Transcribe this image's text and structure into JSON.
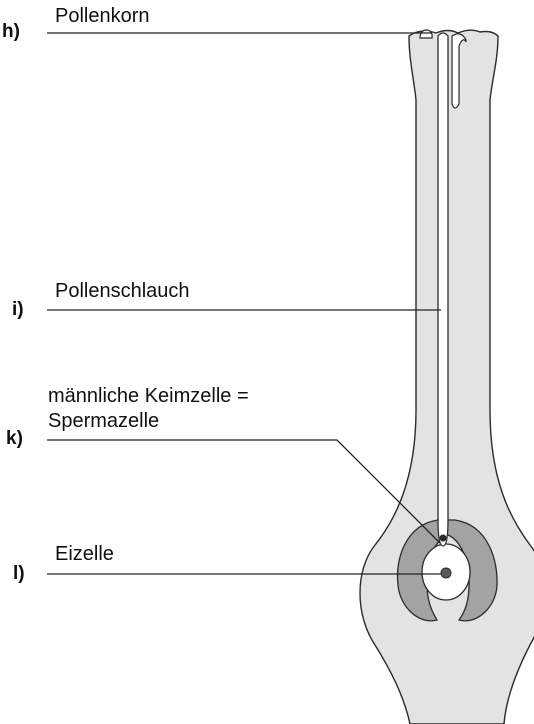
{
  "labels": {
    "h": {
      "letter": "h)",
      "text": "Pollenkorn"
    },
    "i": {
      "letter": "i)",
      "text": "Pollenschlauch"
    },
    "k": {
      "letter": "k)",
      "text_line1": "männliche Keimzelle =",
      "text_line2": "Spermazelle"
    },
    "l": {
      "letter": "l)",
      "text": "Eizelle"
    }
  },
  "colors": {
    "pistil_fill": "#e3e3e3",
    "ovule_fill": "#a3a3a3",
    "outline": "#2b2b2b",
    "leader_line": "#222222",
    "egg_nucleus": "#5a5a5a"
  }
}
